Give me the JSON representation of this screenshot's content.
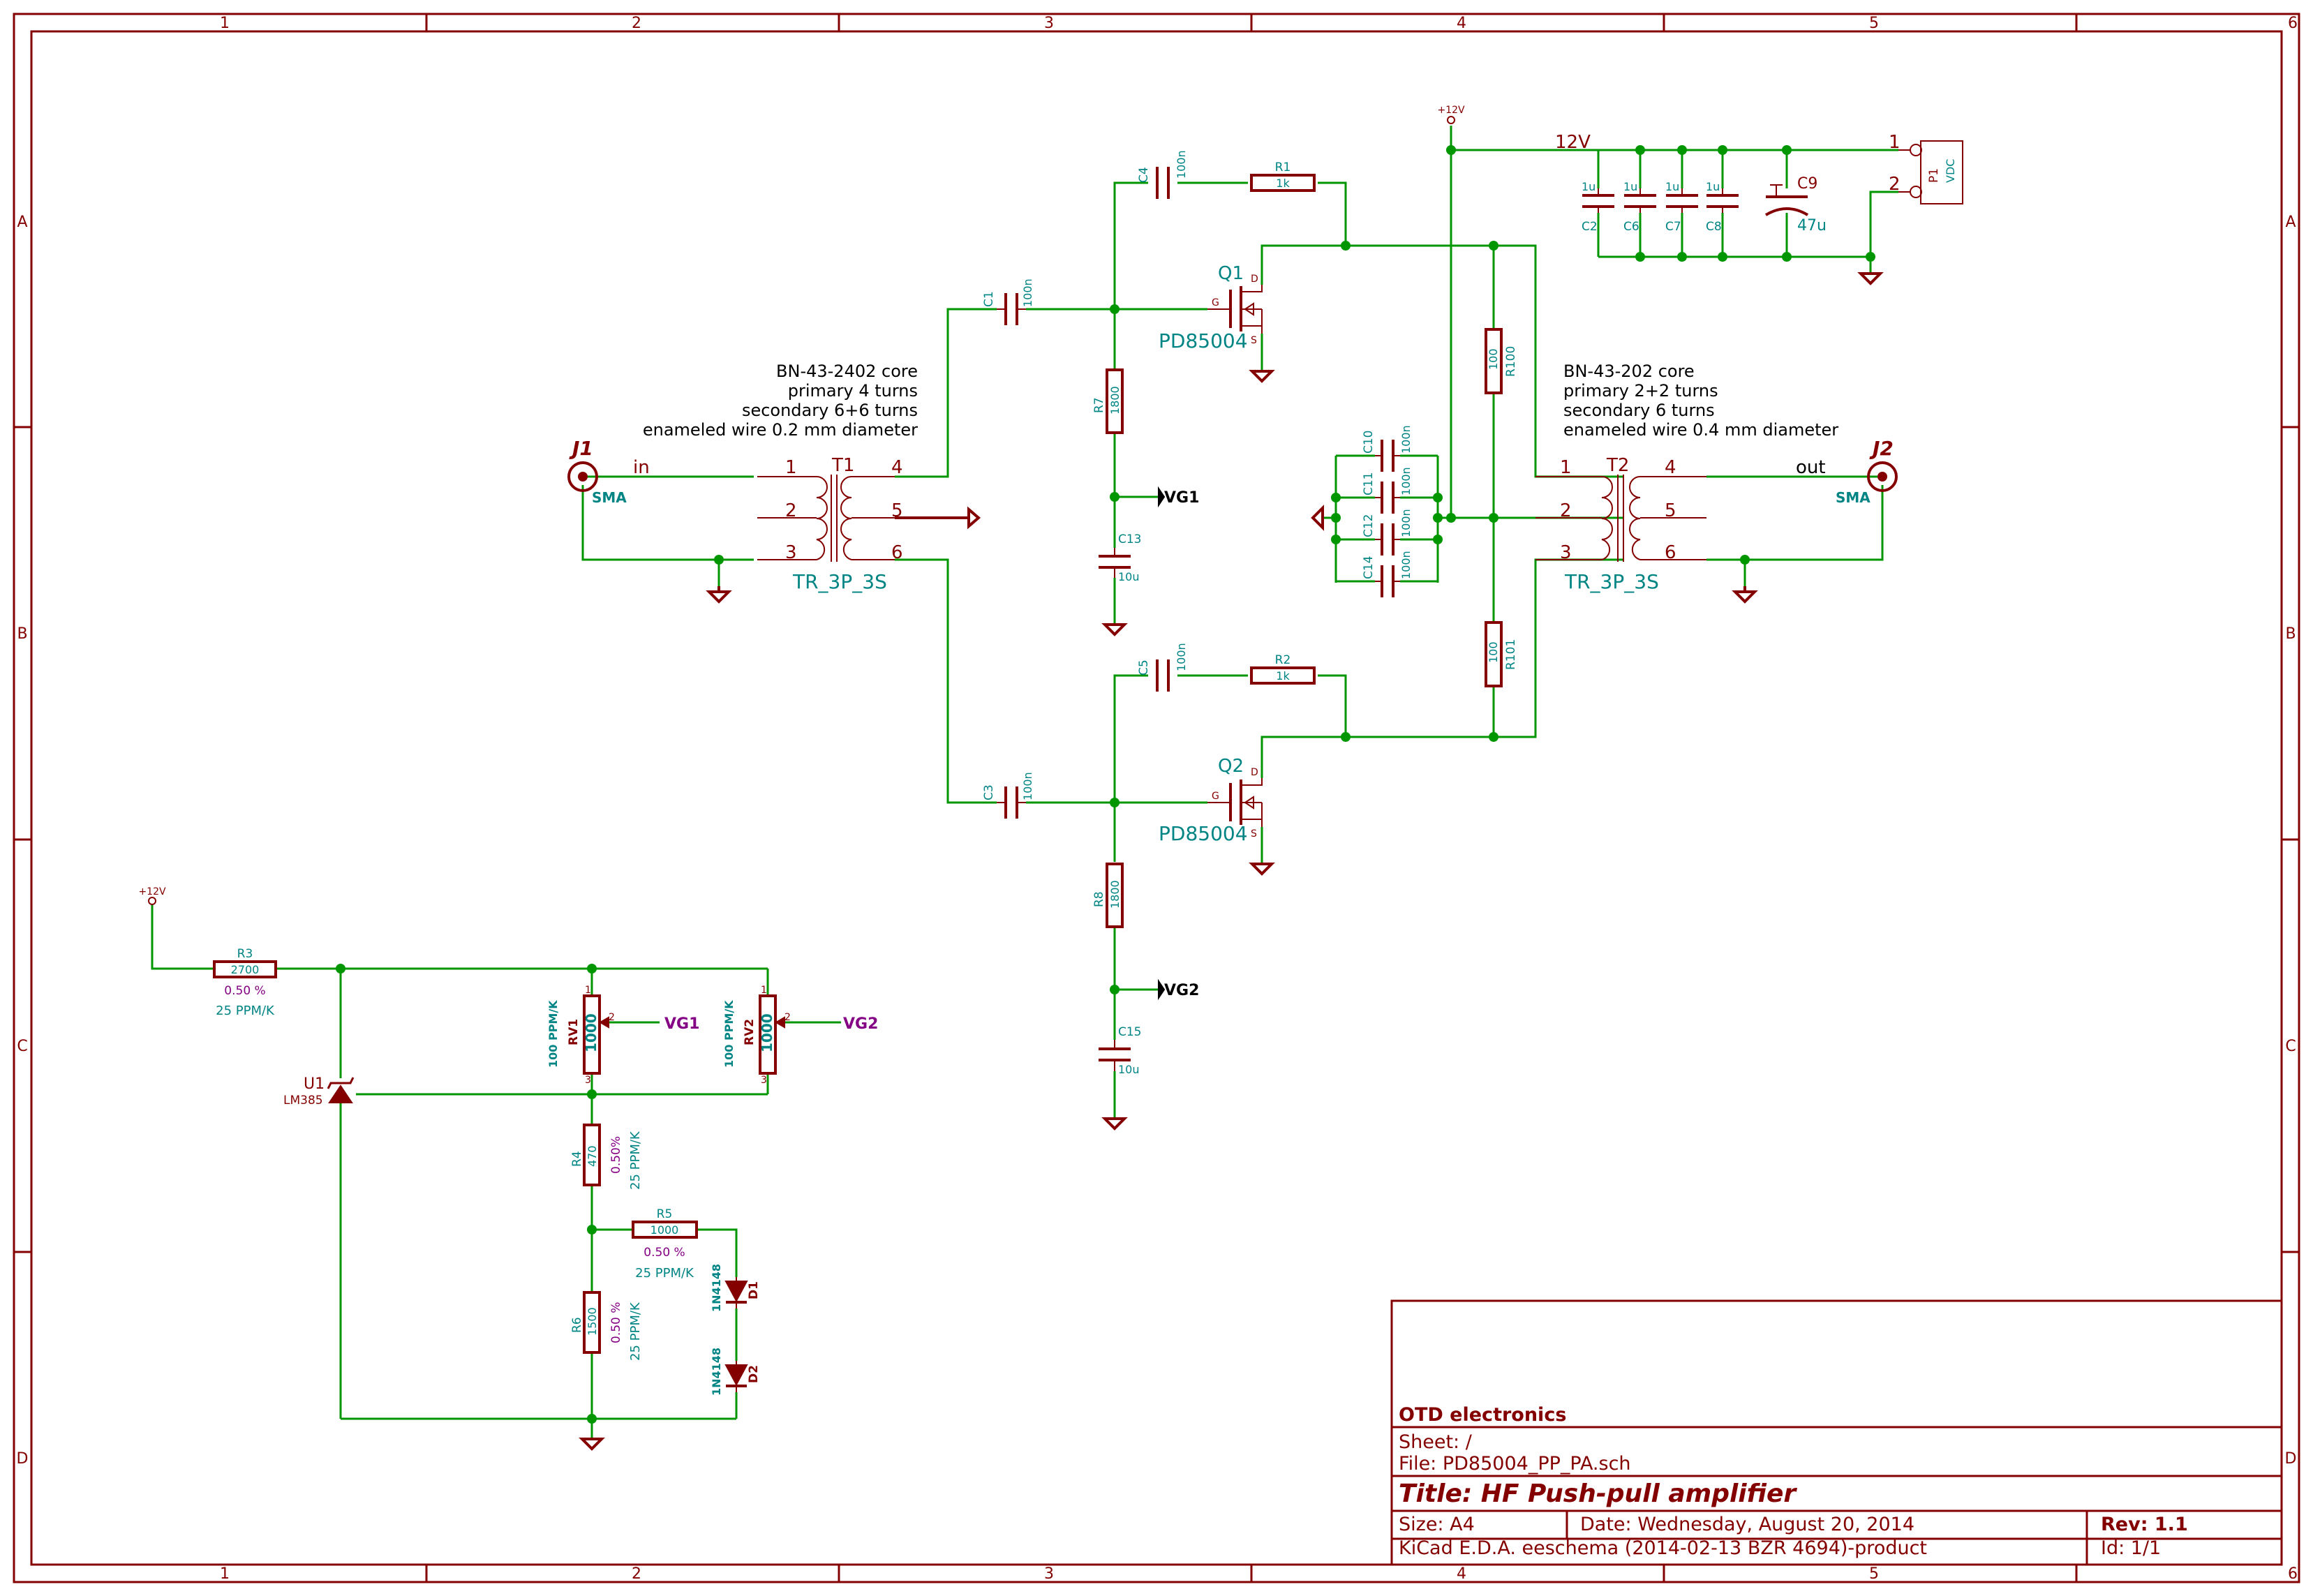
{
  "sheet": {
    "columns": [
      "1",
      "2",
      "3",
      "4",
      "5",
      "6"
    ],
    "rows": [
      "A",
      "B",
      "C",
      "D"
    ]
  },
  "title_block": {
    "company": "OTD electronics",
    "sheet": "Sheet: /",
    "file": "File: PD85004_PP_PA.sch",
    "title": "Title: HF Push-pull amplifier",
    "size": "Size: A4",
    "date": "Date: Wednesday, August 20, 2014",
    "rev": "Rev: 1.1",
    "tool": "KiCad E.D.A.  eeschema (2014-02-13 BZR 4694)-product",
    "id": "Id: 1/1"
  },
  "notes": {
    "t1": [
      "BN-43-2402 core",
      "primary 4 turns",
      "secondary 6+6 turns",
      "enameled wire 0.2 mm diameter"
    ],
    "t2": [
      "BN-43-202 core",
      "primary 2+2 turns",
      "secondary 6 turns",
      "enameled wire 0.4 mm diameter"
    ]
  },
  "nets": {
    "in": "in",
    "out": "out",
    "v12": "12V",
    "p12": "+12V",
    "vg1": "VG1",
    "vg2": "VG2"
  },
  "components": {
    "j1": {
      "ref": "J1",
      "value": "SMA"
    },
    "j2": {
      "ref": "J2",
      "value": "SMA"
    },
    "t1": {
      "ref": "T1",
      "value": "TR_3P_3S",
      "pins": [
        "1",
        "2",
        "3",
        "4",
        "5",
        "6"
      ]
    },
    "t2": {
      "ref": "T2",
      "value": "TR_3P_3S",
      "pins": [
        "1",
        "2",
        "3",
        "4",
        "5",
        "6"
      ]
    },
    "q1": {
      "ref": "Q1",
      "value": "PD85004",
      "g": "G",
      "d": "D",
      "s": "S"
    },
    "q2": {
      "ref": "Q2",
      "value": "PD85004",
      "g": "G",
      "d": "D",
      "s": "S"
    },
    "r1": {
      "ref": "R1",
      "value": "1k"
    },
    "r2": {
      "ref": "R2",
      "value": "1k"
    },
    "r3": {
      "ref": "R3",
      "value": "2700",
      "tol": "0.50 %",
      "tc": "25 PPM/K"
    },
    "r4": {
      "ref": "R4",
      "value": "470",
      "tol": "0.50%",
      "tc": "25 PPM/K"
    },
    "r5": {
      "ref": "R5",
      "value": "1000",
      "tol": "0.50 %",
      "tc": "25 PPM/K"
    },
    "r6": {
      "ref": "R6",
      "value": "1500",
      "tol": "0.50 %",
      "tc": "25 PPM/K"
    },
    "r7": {
      "ref": "R7",
      "value": "1800"
    },
    "r8": {
      "ref": "R8",
      "value": "1800"
    },
    "r100": {
      "ref": "R100",
      "value": "100"
    },
    "r101": {
      "ref": "R101",
      "value": "100"
    },
    "rv1": {
      "ref": "RV1",
      "value": "1000",
      "tc": "100 PPM/K",
      "p1": "1",
      "p2": "2",
      "p3": "3"
    },
    "rv2": {
      "ref": "RV2",
      "value": "1000",
      "tc": "100 PPM/K",
      "p1": "1",
      "p2": "2",
      "p3": "3"
    },
    "c1": {
      "ref": "C1",
      "value": "100n"
    },
    "c2": {
      "ref": "C2",
      "value": "1u"
    },
    "c3": {
      "ref": "C3",
      "value": "100n"
    },
    "c4": {
      "ref": "C4",
      "value": "100n"
    },
    "c5": {
      "ref": "C5",
      "value": "100n"
    },
    "c6": {
      "ref": "C6",
      "value": "1u"
    },
    "c7": {
      "ref": "C7",
      "value": "1u"
    },
    "c8": {
      "ref": "C8",
      "value": "1u"
    },
    "c9": {
      "ref": "C9",
      "value": "47u"
    },
    "c10": {
      "ref": "C10",
      "value": "100n"
    },
    "c11": {
      "ref": "C11",
      "value": "100n"
    },
    "c12": {
      "ref": "C12",
      "value": "100n"
    },
    "c13": {
      "ref": "C13",
      "value": "10u"
    },
    "c14": {
      "ref": "C14",
      "value": "100n"
    },
    "c15": {
      "ref": "C15",
      "value": "10u"
    },
    "u1": {
      "ref": "U1",
      "value": "LM385"
    },
    "d1": {
      "ref": "D1",
      "value": "1N4148"
    },
    "d2": {
      "ref": "D2",
      "value": "1N4148"
    },
    "p1": {
      "ref": "P1",
      "value": "VDC",
      "pin1": "1",
      "pin2": "2"
    }
  },
  "colors": {
    "component": "#840000",
    "wire": "#009600",
    "field": "#008484",
    "net_power": "#840084"
  }
}
